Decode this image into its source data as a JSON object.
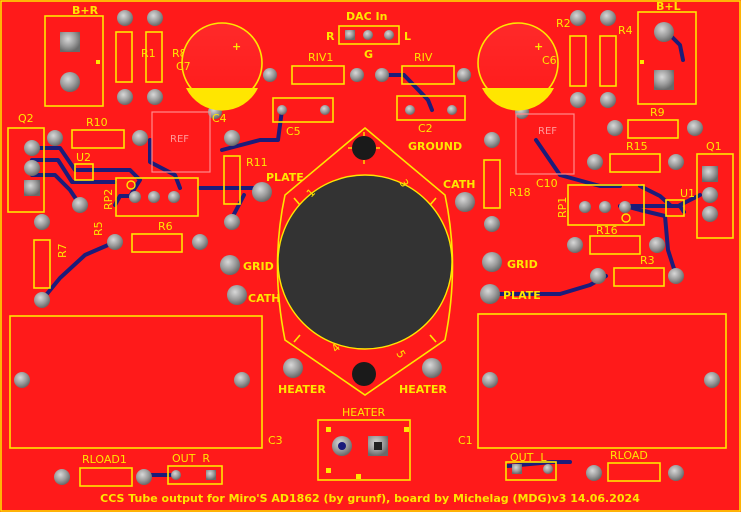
{
  "board": {
    "background": "#ff1a1a",
    "silkscreen_color": "#ffe600",
    "footer": "CCS Tube output for Miro'S AD1862 (by grunf), board by Michelag (MDG)v3 14.06.2024"
  },
  "labels": {
    "b_plus_r": "B+R",
    "b_plus_l": "B+L",
    "dac_in": "DAC In",
    "r": "R",
    "g": "G",
    "l": "L",
    "r1": "R1",
    "r8": "R8",
    "c7": "C7",
    "riv1": "RIV1",
    "riv": "RIV",
    "r2": "R2",
    "r4": "R4",
    "c6": "C6",
    "q2": "Q2",
    "r10": "R10",
    "ref_left": "REF",
    "c4": "C4",
    "c5": "C5",
    "c2": "C2",
    "ground": "GROUND",
    "r9": "R9",
    "ref_right": "REF",
    "q1": "Q1",
    "u2": "U2",
    "r11": "R11",
    "plate_left": "PLATE",
    "cath_right": "CATH",
    "r15": "R15",
    "c10": "C10",
    "r18": "R18",
    "u1": "U1",
    "rp2": "RP2",
    "rp1": "RP1",
    "r5": "R5",
    "r7": "R7",
    "r6": "R6",
    "r16": "R16",
    "r3": "R3",
    "grid_left": "GRID",
    "grid_right": "GRID",
    "cath_left": "CATH",
    "plate_right": "PLATE",
    "pin_1": "1",
    "pin_3": "3",
    "pin_4": "4",
    "pin_5": "5",
    "heater_left": "HEATER",
    "heater_right": "HEATER",
    "heater_conn": "HEATER",
    "c3": "C3",
    "c1": "C1",
    "rload1": "RLOAD1",
    "out_r": "OUT  R",
    "out_l": "OUT  L",
    "rload": "RLOAD",
    "plus_sign": "+"
  }
}
